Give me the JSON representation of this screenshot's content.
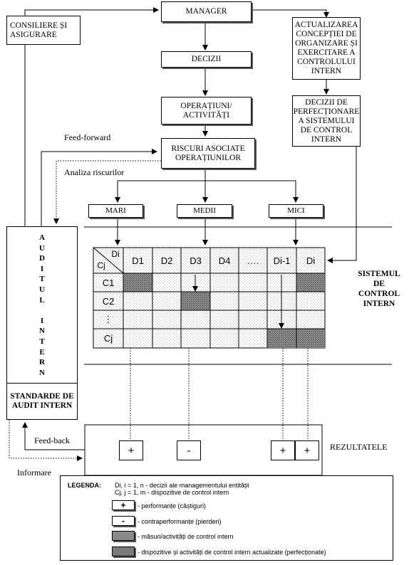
{
  "boxes": {
    "manager": "MANAGER",
    "consiliere": "CONSILIERE ȘI ASIGURARE",
    "actualizarea": "ACTUALIZAREA CONCEPȚIEI DE ORGANIZARE ȘI EXERCITARE A CONTROLULUI INTERN",
    "decizii": "DECIZII",
    "operatiuni": "OPERAȚIUNI/ ACTIVITĂȚI",
    "decizii_perf": "DECIZII DE PERFECȚIONARE A SISTEMULUI DE CONTROL INTERN",
    "riscuri": "RISCURI ASOCIATE OPERAȚIUNILOR",
    "mari": "MARI",
    "medii": "MEDII",
    "mici": "MICI",
    "standarde": "STANDARDE DE AUDIT INTERN"
  },
  "labels": {
    "feed_forward": "Feed-forward",
    "analiza": "Analiza riscurilor",
    "sistemul": "SISTEMUL DE CONTROL INTERN",
    "rezultatele": "REZULTATELE",
    "feed_back": "Feed-back",
    "informare": "Informare"
  },
  "audit_letters": [
    "A",
    "U",
    "D",
    "I",
    "T",
    "U",
    "L",
    "",
    "I",
    "N",
    "T",
    "E",
    "R",
    "N"
  ],
  "matrix": {
    "corner_top": "Di",
    "corner_bottom": "Cj",
    "columns": [
      "D1",
      "D2",
      "D3",
      "D4",
      "….",
      "Di-1",
      "Di"
    ],
    "rows": [
      "C1",
      "C2",
      "⋮",
      "Cj"
    ]
  },
  "results": {
    "plus": "+",
    "minus": "-"
  },
  "legend": {
    "title": "LEGENDA:",
    "def1": "Di, i = 1, n - decizii ale managementului entității",
    "def2": "Cj, j = 1, m - dispozitive de control intern",
    "item1": "- performanțe (câștiguri)",
    "item2": "- contraperformanțe (pierderi)",
    "item3": "- măsuri/activități de control intern",
    "item4": "- dispozitive și activități de control intern actualizate (perfecționate)"
  }
}
